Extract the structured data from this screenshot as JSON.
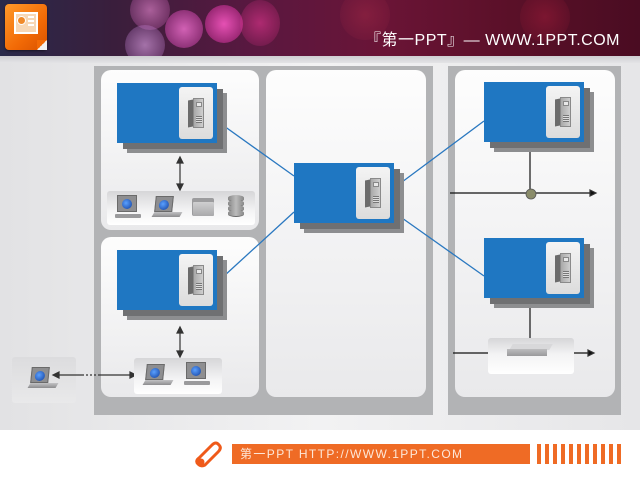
{
  "header": {
    "title": "『第一PPT』— WWW.1PPT.COM",
    "logo_icon": "powerpoint-icon",
    "colors": {
      "banner_dark": "#3a1e3c",
      "banner_magenta": "#e23a9c",
      "logo_orange": "#f26a06"
    }
  },
  "diagram": {
    "node_color": "#1f77c2",
    "frame_color": "#b2b3b5",
    "link_color": "#2a78c0",
    "nodes": [
      {
        "id": "server-top-left",
        "icon": "server-tower-icon"
      },
      {
        "id": "server-bottom-left",
        "icon": "server-tower-icon"
      },
      {
        "id": "server-center",
        "icon": "server-tower-icon"
      },
      {
        "id": "server-top-right",
        "icon": "server-tower-icon"
      },
      {
        "id": "server-bottom-right",
        "icon": "server-tower-icon"
      }
    ],
    "device_groups": [
      {
        "id": "top-left-devices",
        "icons": [
          "desktop-monitor-icon",
          "laptop-icon",
          "folder-icon",
          "database-icon"
        ]
      },
      {
        "id": "bottom-left-devices",
        "icons": [
          "laptop-icon",
          "desktop-monitor-icon"
        ]
      },
      {
        "id": "remote-client",
        "icons": [
          "laptop-icon"
        ]
      },
      {
        "id": "network-switch",
        "icons": [
          "network-switch-icon"
        ]
      }
    ],
    "connectors": {
      "bus_junction_color": "#8a8c6a",
      "remote_link_style": "dashed double-arrow"
    }
  },
  "footer": {
    "text": "第一PPT HTTP://WWW.1PPT.COM",
    "icon": "pencil-icon",
    "accent": "#ef6b25",
    "tick_count": 11
  }
}
